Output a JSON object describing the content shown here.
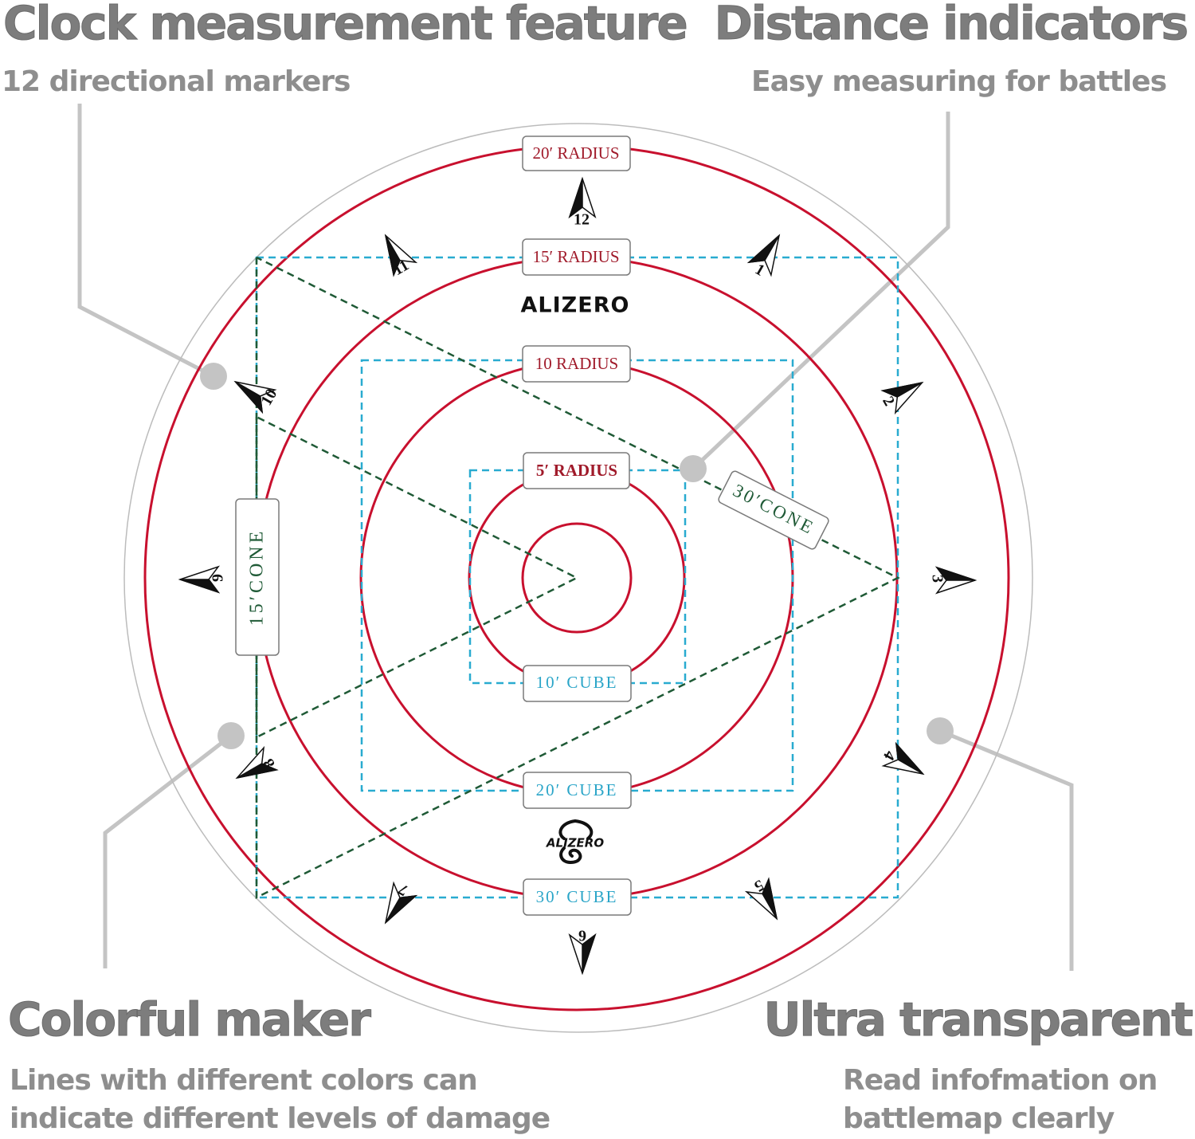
{
  "callouts": {
    "clock": {
      "title": "Clock measurement feature",
      "subtitle": "12 directional markers"
    },
    "distance": {
      "title": "Distance indicators",
      "subtitle": "Easy measuring for battles"
    },
    "colorful": {
      "title": "Colorful maker",
      "subtitle_line1": "Lines with different colors can",
      "subtitle_line2": "indicate different levels of damage"
    },
    "transparent": {
      "title": "Ultra transparent",
      "subtitle_line1": "Read infofmation on",
      "subtitle_line2": "battlemap clearly"
    }
  },
  "labels": {
    "radius_20": "20′ RADIUS",
    "radius_15": "15′ RADIUS",
    "radius_10": "10 RADIUS",
    "radius_5": "5′ RADIUS",
    "cube_10": "10′ CUBE",
    "cube_20": "20′ CUBE",
    "cube_30": "30′ CUBE",
    "cone_30": "30′CONE",
    "cone_15": "15′CONE"
  },
  "brand": {
    "wordmark": "ALIZERO",
    "logo_text": "ALIZERO"
  },
  "clock_numbers": [
    "12",
    "1",
    "2",
    "3",
    "4",
    "5",
    "6",
    "7",
    "8",
    "9",
    "10",
    "11"
  ],
  "colors": {
    "radius_ring": "#c8102e",
    "radius_label": "#a01a2a",
    "cube_line": "#29abd0",
    "cube_label": "#2aa5c8",
    "cone_line": "#1f5a36",
    "cone_label": "#1f5a36",
    "callout_text": "#7d7d7d",
    "leader_line": "#c4c4c4",
    "outer_disc": "#bcbcbc"
  }
}
